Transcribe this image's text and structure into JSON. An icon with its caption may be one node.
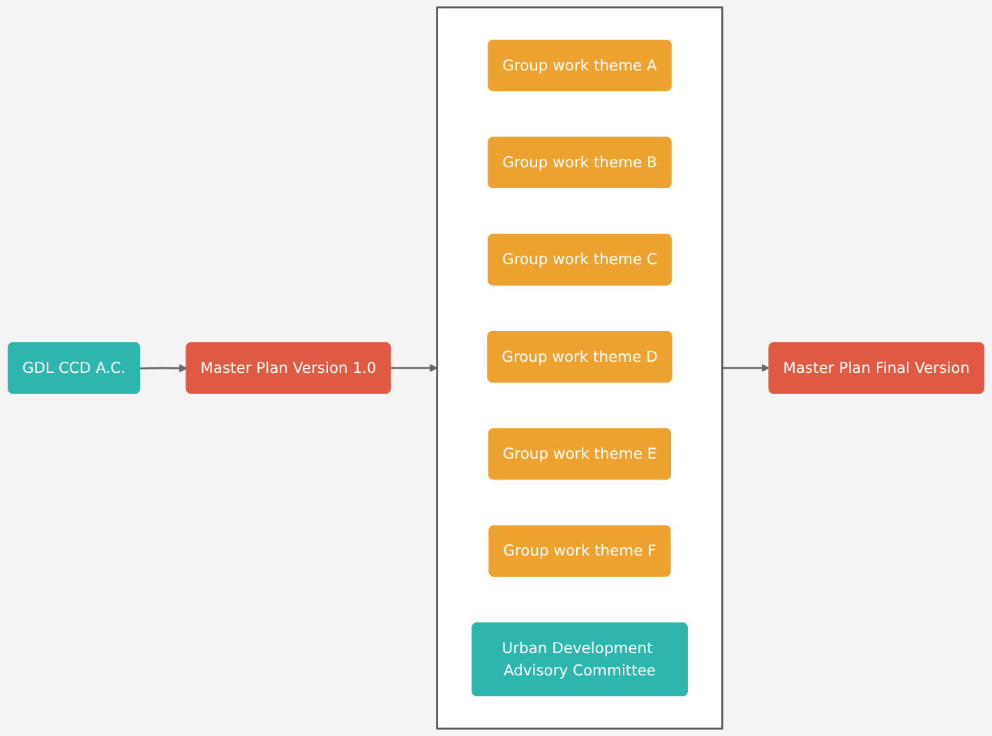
{
  "diagram": {
    "nodes": [
      {
        "text": [
          "GDL CCD A.C."
        ]
      },
      {
        "text": [
          "Master Plan Version 1.0"
        ]
      },
      {
        "text": [],
        "shape": "box"
      },
      {
        "text": [
          "Group work theme A"
        ],
        "in": 2
      },
      {
        "text": [
          "Group work theme B"
        ],
        "in": 2
      },
      {
        "text": [
          "Group work theme C"
        ],
        "in": 2
      },
      {
        "text": [
          "Group work theme D"
        ],
        "in": 2
      },
      {
        "text": [
          "Group work theme E"
        ],
        "in": 2
      },
      {
        "text": [
          "Group work theme F"
        ],
        "in": 2
      },
      {
        "text": [
          "Urban Development Advisory Committee"
        ],
        "in": 2
      },
      {
        "text": [
          "Master Plan Final Version"
        ]
      }
    ],
    "edges": [
      {
        "from": 0,
        "to": 1,
        "arrow": "to"
      },
      {
        "from": 1,
        "to": 2,
        "arrow": "to"
      },
      {
        "from": 2,
        "to": 10,
        "arrow": "to"
      }
    ]
  }
}
